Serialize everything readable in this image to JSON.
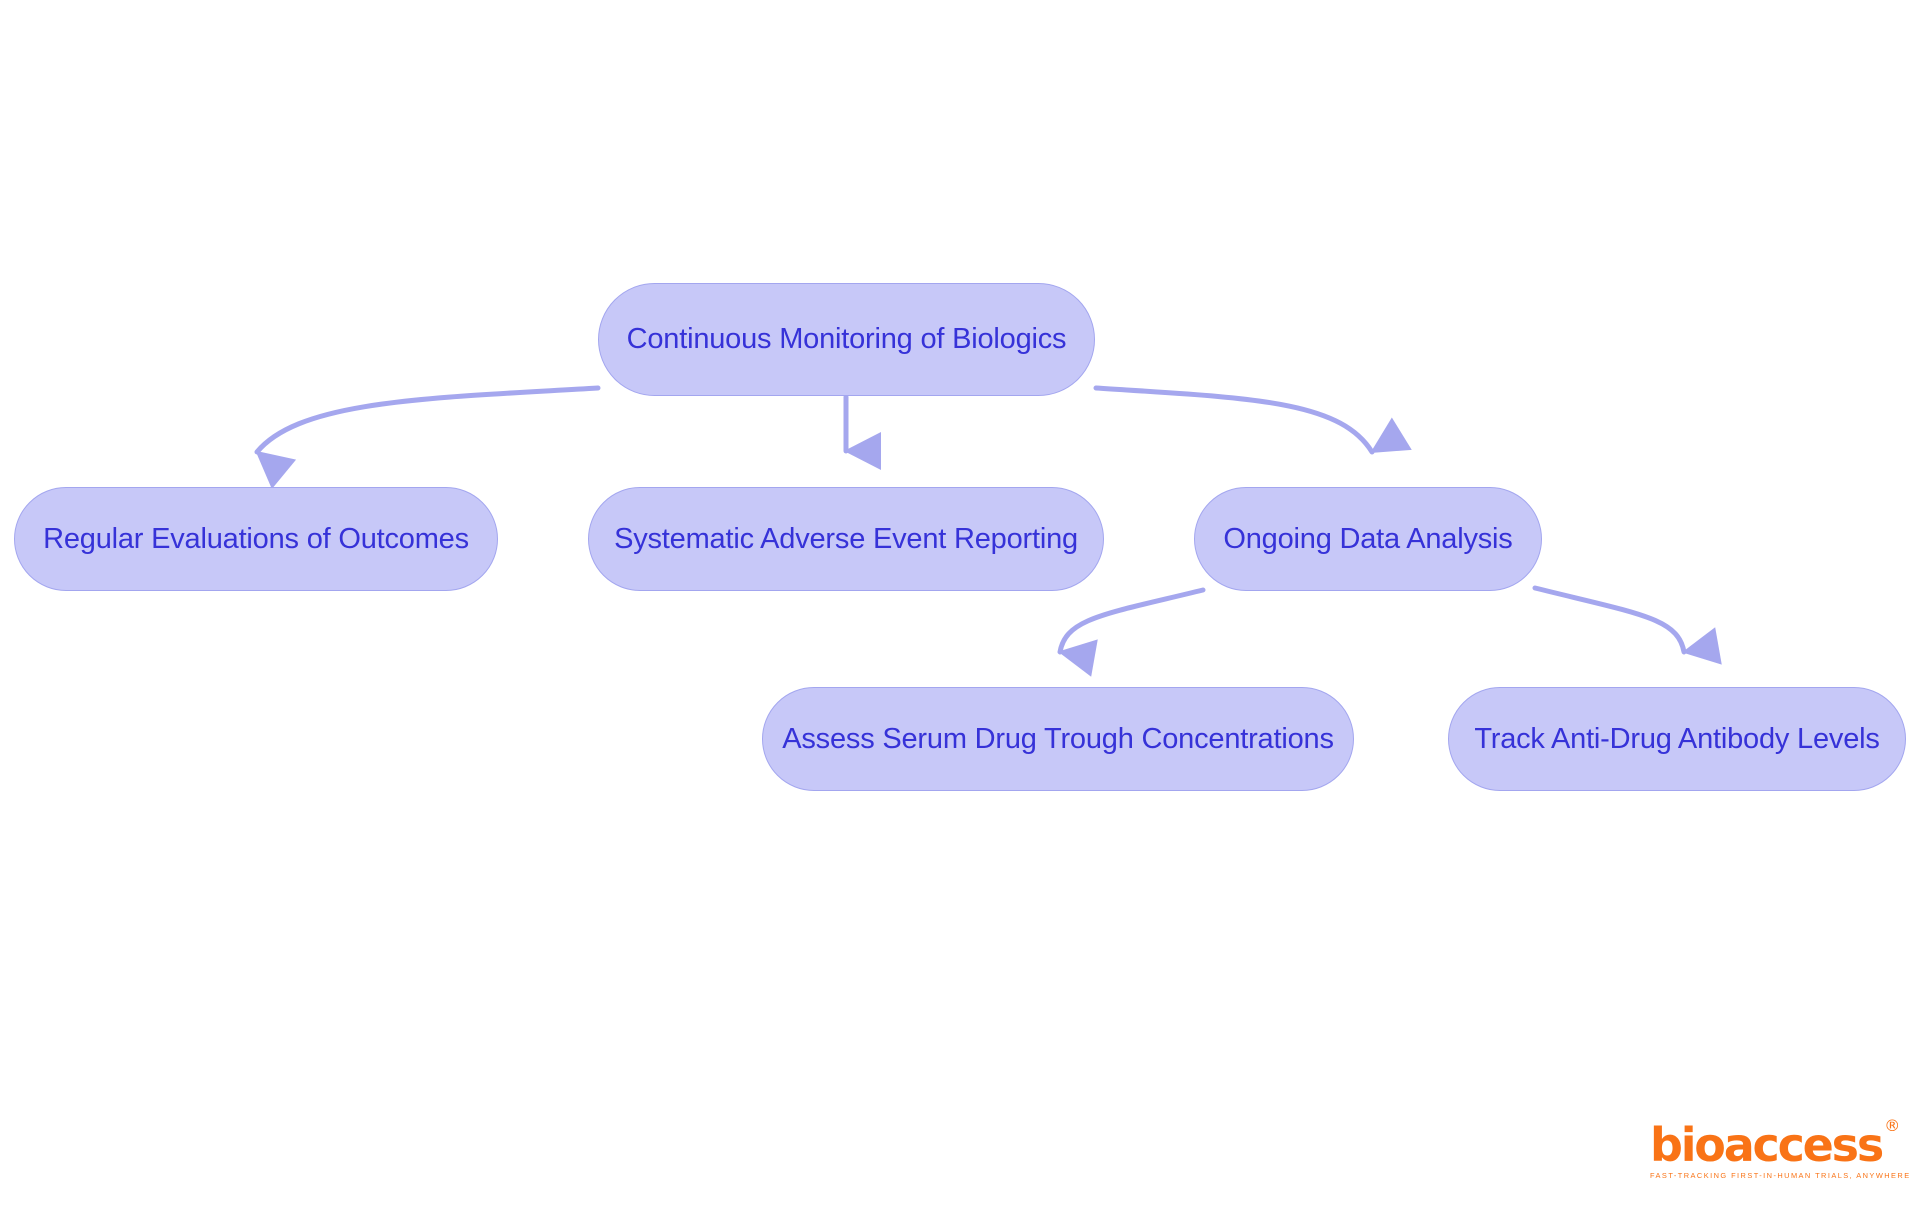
{
  "diagram": {
    "type": "flowchart",
    "orientation": "top-down",
    "background_color": "#ffffff",
    "node_fill": "#c7c8f8",
    "node_border": "#a3a6ef",
    "node_text_color": "#3632d8",
    "edge_color": "#a5a7ee",
    "nodes": [
      {
        "id": "root",
        "label": "Continuous Monitoring of Biologics",
        "level": 1
      },
      {
        "id": "regular",
        "label": "Regular Evaluations of Outcomes",
        "level": 2
      },
      {
        "id": "adverse",
        "label": "Systematic Adverse Event Reporting",
        "level": 2
      },
      {
        "id": "ongoing",
        "label": "Ongoing Data Analysis",
        "level": 2
      },
      {
        "id": "serum",
        "label": "Assess Serum Drug Trough Concentrations",
        "level": 3
      },
      {
        "id": "antibody",
        "label": "Track Anti-Drug Antibody Levels",
        "level": 3
      }
    ],
    "edges": [
      {
        "from": "root",
        "to": "regular",
        "style": "curved",
        "arrow": "triangle"
      },
      {
        "from": "root",
        "to": "adverse",
        "style": "straight",
        "arrow": "triangle"
      },
      {
        "from": "root",
        "to": "ongoing",
        "style": "curved",
        "arrow": "triangle"
      },
      {
        "from": "ongoing",
        "to": "serum",
        "style": "curved",
        "arrow": "triangle"
      },
      {
        "from": "ongoing",
        "to": "antibody",
        "style": "curved",
        "arrow": "triangle"
      }
    ]
  },
  "logo": {
    "wordmark": "bioaccess",
    "registered_mark": "®",
    "tagline": "FAST-TRACKING FIRST-IN-HUMAN TRIALS, ANYWHERE",
    "color": "#f97316"
  }
}
